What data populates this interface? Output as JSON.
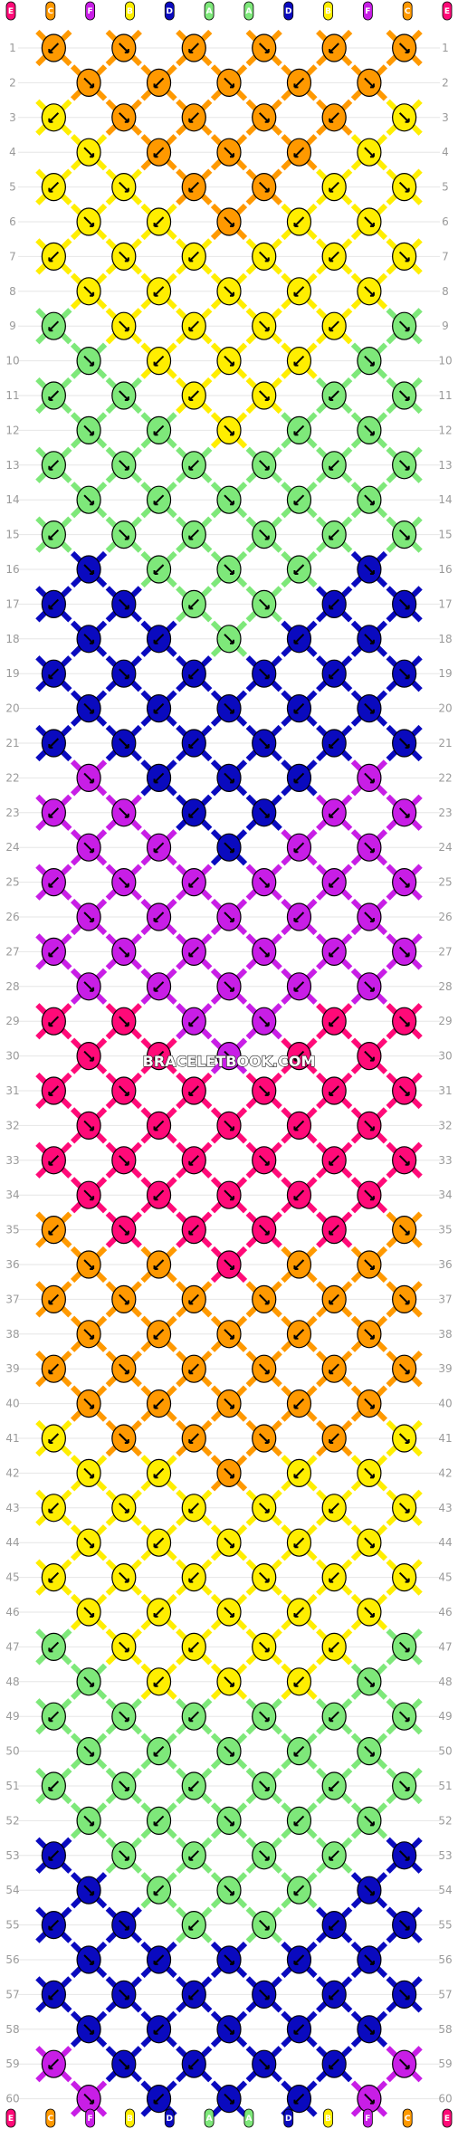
{
  "watermark": "BRACELETBOOK.COM",
  "row_count": 60,
  "strands": {
    "letters": [
      "E",
      "C",
      "F",
      "B",
      "D",
      "A",
      "A",
      "D",
      "B",
      "F",
      "C",
      "E"
    ],
    "colors": {
      "A": "#7ee87a",
      "B": "#ffee00",
      "C": "#ff9900",
      "D": "#0a0abf",
      "E": "#ff0a78",
      "F": "#c81ee6"
    }
  },
  "palette_names": {
    "A": "green",
    "B": "yellow",
    "C": "orange",
    "D": "blue",
    "E": "pink",
    "F": "purple"
  }
}
